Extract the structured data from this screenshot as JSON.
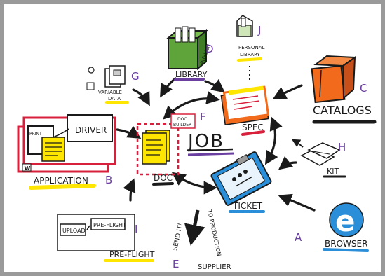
{
  "nodes": {
    "job": "JOB",
    "doc": "DOC",
    "doc_builder_line1": "DOC",
    "doc_builder_line2": "BUILDER",
    "spec": "SPEC",
    "ticket": "TICKET",
    "application": "APPLICATION",
    "driver": "DRIVER",
    "print": "PRINT",
    "library": "LIBRARY",
    "publish": "PUBLISH",
    "personal_library_line1": "PERSONAL",
    "personal_library_line2": "LIBRARY",
    "variable_data_line1": "VARIABLE",
    "variable_data_line2": "DATA",
    "catalogs": "CATALOGS",
    "kit": "KIT",
    "browser": "BROWSER",
    "upload": "UPLOAD",
    "preflight_box": "PRE-FLIGHT",
    "preflight": "PRE-FLIGHT",
    "send_it": "SEND IT!",
    "to_production": "TO PRODUCTION",
    "supplier": "SUPPLIER"
  },
  "letters": {
    "a": "A",
    "b": "B",
    "c": "C",
    "d": "D",
    "e": "E",
    "f": "F",
    "g": "G",
    "h": "H",
    "i": "I",
    "j": "J"
  },
  "icons": {
    "browser": "e",
    "app_w": "W"
  },
  "colors": {
    "purple": "#6a3fa0",
    "yellow": "#ffe600",
    "red": "#d8203c",
    "orange": "#f26a1b",
    "green": "#5ea43a",
    "blue": "#2a8fd8",
    "black": "#1a1a1a"
  }
}
